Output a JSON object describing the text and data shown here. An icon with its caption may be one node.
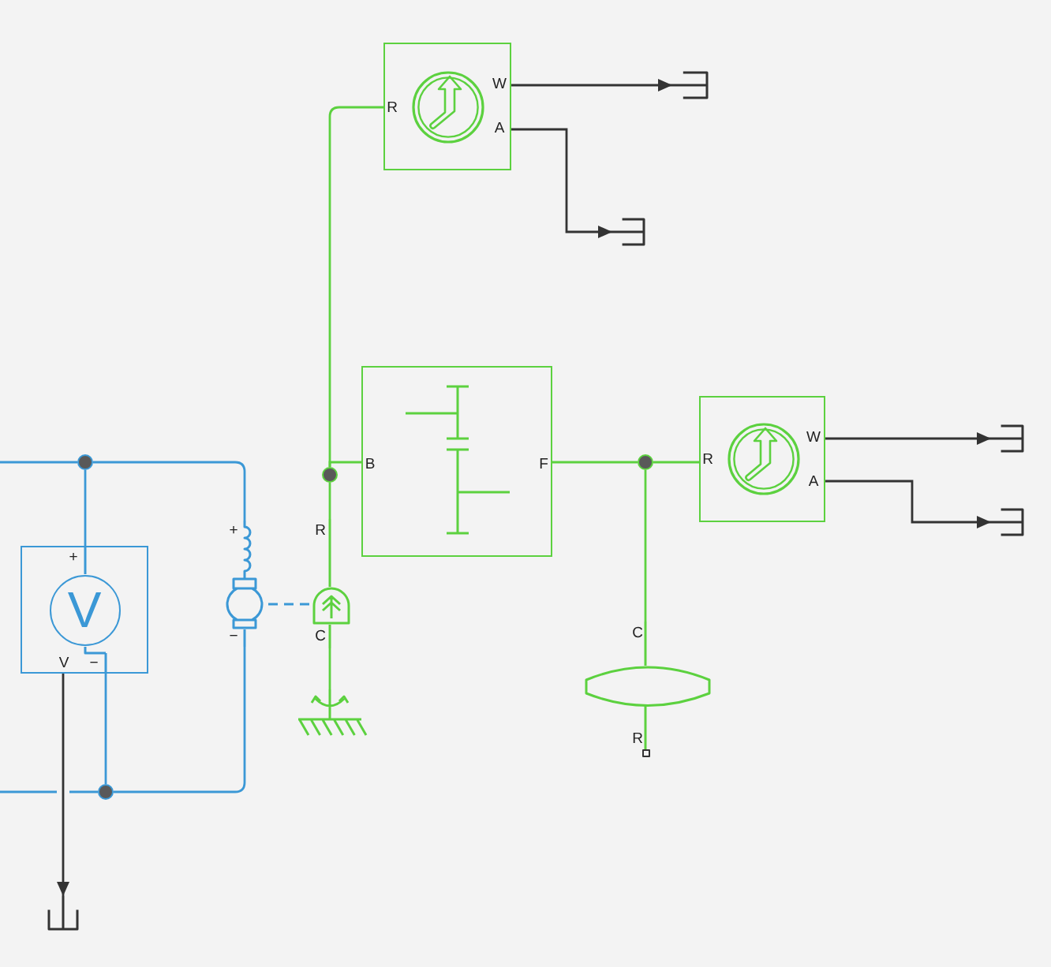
{
  "diagram": {
    "nodes": [
      {
        "text": [
          "R",
          "W",
          "A"
        ]
      },
      {
        "text": [],
        "shape": "bracket"
      },
      {
        "text": [],
        "shape": "bracket"
      },
      {
        "text": [
          "B",
          "F"
        ]
      },
      {
        "text": [
          "R",
          "W",
          "A"
        ]
      },
      {
        "text": [],
        "shape": "bracket"
      },
      {
        "text": [],
        "shape": "circle"
      },
      {
        "text": [],
        "shape": "circle"
      },
      {
        "text": [],
        "shape": "circle"
      },
      {
        "text": [],
        "shape": "bracket"
      },
      {
        "text": [
          "+",
          "V",
          "V",
          "−"
        ]
      },
      {
        "text": [
          "+",
          "−"
        ]
      },
      {
        "text": [
          "R",
          "C"
        ]
      },
      {
        "text": [
          "C",
          "R"
        ]
      },
      {
        "text": [],
        "shape": "ground"
      },
      {
        "text": [],
        "shape": "circle"
      },
      {
        "text": [],
        "shape": "bracket"
      }
    ],
    "edges": [
      {
        "from": 0,
        "to": 1,
        "arrow": "to",
        "color": "#333333"
      },
      {
        "from": 0,
        "to": 2,
        "arrow": "to",
        "color": "#333333"
      },
      {
        "from": 8,
        "to": 0,
        "arrow": "none",
        "color": "#5cd13f"
      },
      {
        "from": 8,
        "to": 3,
        "arrow": "none",
        "color": "#5cd13f"
      },
      {
        "from": 3,
        "to": 7,
        "arrow": "none",
        "color": "#5cd13f"
      },
      {
        "from": 7,
        "to": 4,
        "arrow": "none",
        "color": "#5cd13f"
      },
      {
        "from": 4,
        "to": 5,
        "arrow": "to",
        "color": "#333333"
      },
      {
        "from": 4,
        "to": 9,
        "arrow": "to",
        "color": "#333333"
      },
      {
        "from": null,
        "to": 6,
        "arrow": "none",
        "color": "#3b98d6"
      },
      {
        "from": 6,
        "to": 10,
        "arrow": "none",
        "color": "#3b98d6"
      },
      {
        "from": 6,
        "to": 11,
        "arrow": "none",
        "color": "#3b98d6"
      },
      {
        "from": 11,
        "to": 12,
        "arrow": "none",
        "style": "dashed",
        "color": "#3b98d6"
      },
      {
        "from": 12,
        "to": 8,
        "arrow": "none",
        "color": "#5cd13f"
      },
      {
        "from": 12,
        "to": 14,
        "arrow": "none",
        "color": "#5cd13f"
      },
      {
        "from": 7,
        "to": 13,
        "arrow": "none",
        "color": "#5cd13f"
      },
      {
        "from": null,
        "to": 15,
        "arrow": "none",
        "color": "#3b98d6"
      },
      {
        "from": 15,
        "to": 10,
        "arrow": "none",
        "color": "#3b98d6"
      },
      {
        "from": 15,
        "to": 11,
        "arrow": "none",
        "color": "#3b98d6"
      },
      {
        "from": 10,
        "to": 16,
        "arrow": "to",
        "color": "#333333"
      }
    ]
  }
}
